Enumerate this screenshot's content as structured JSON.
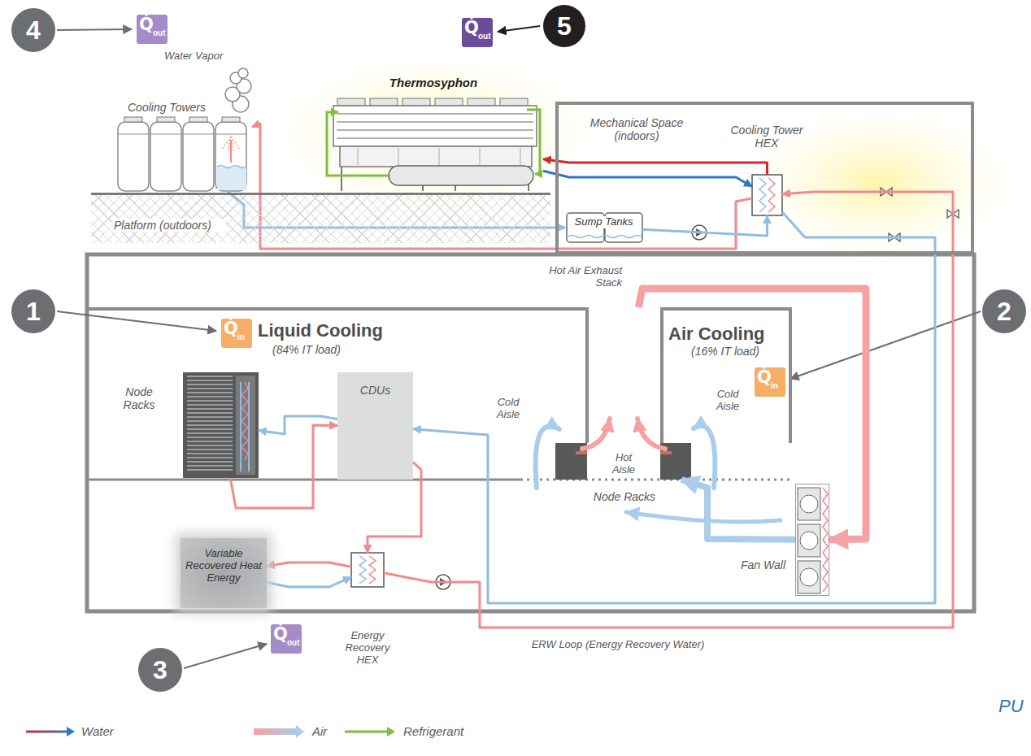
{
  "diagram": {
    "nodes": [
      {
        "text": [
          "Q̇",
          "out"
        ]
      },
      {
        "text": [
          "Q̇",
          "out"
        ]
      },
      {
        "text": [
          "Cooling Towers"
        ]
      },
      {
        "text": [
          "Thermosyphon"
        ]
      },
      {
        "text": [
          "Mechanical Space (indoors)"
        ]
      },
      {
        "text": [
          "Cooling Tower HEX"
        ],
        "in": 4
      },
      {
        "text": [
          "Sump Tanks"
        ],
        "in": 4
      },
      {
        "text": [
          "Platform (outdoors)"
        ]
      },
      {
        "text": [
          "Hot Air Exhaust Stack"
        ]
      },
      {
        "text": [
          "Liquid Cooling",
          "(84% IT load)"
        ]
      },
      {
        "text": [
          "Q̇",
          "in"
        ],
        "in": 9
      },
      {
        "text": [
          "Node Racks"
        ],
        "in": 9
      },
      {
        "text": [
          "CDUs"
        ],
        "in": 9
      },
      {
        "text": [
          "Air Cooling",
          "(16% IT load)"
        ]
      },
      {
        "text": [
          "Q̇",
          "in"
        ],
        "in": 13
      },
      {
        "text": [
          "Node Racks"
        ]
      },
      {
        "text": [
          "Fan Wall"
        ]
      },
      {
        "text": [
          "Variable Recovered Heat Energy"
        ]
      },
      {
        "text": [
          "Energy Recovery HEX"
        ]
      },
      {
        "text": [
          "Q̇",
          "out"
        ]
      }
    ],
    "edges": [
      {
        "from": 11,
        "to": 12,
        "arrow": "to"
      },
      {
        "from": 12,
        "to": 11,
        "arrow": "to"
      },
      {
        "from": 12,
        "to": 18,
        "arrow": "to"
      },
      {
        "from": 18,
        "to": 17,
        "arrow": "to"
      },
      {
        "from": 17,
        "to": 18,
        "arrow": "to"
      },
      {
        "from": 18,
        "to": 5,
        "arrow": "to"
      },
      {
        "from": 5,
        "to": 12,
        "arrow": "to"
      },
      {
        "from": 5,
        "to": 2,
        "arrow": "to"
      },
      {
        "from": 2,
        "to": 6,
        "arrow": "to"
      },
      {
        "from": 6,
        "to": 5,
        "arrow": "to"
      },
      {
        "from": 5,
        "to": 3,
        "arrow": "to"
      },
      {
        "from": 3,
        "to": 5,
        "arrow": "to"
      },
      {
        "from": 8,
        "to": 16,
        "arrow": "to"
      },
      {
        "from": 16,
        "to": 15,
        "arrow": "to"
      }
    ],
    "labels": [
      "4",
      "Water Vapor",
      "5",
      "1",
      "2",
      "Cold Aisle",
      "Hot Aisle",
      "Cold Aisle",
      "3",
      "ERW Loop (Energy Recovery Water)",
      "PU"
    ],
    "legend": [
      {
        "text": "Water"
      },
      {
        "text": "Air"
      },
      {
        "text": "Refrigerant"
      }
    ]
  }
}
